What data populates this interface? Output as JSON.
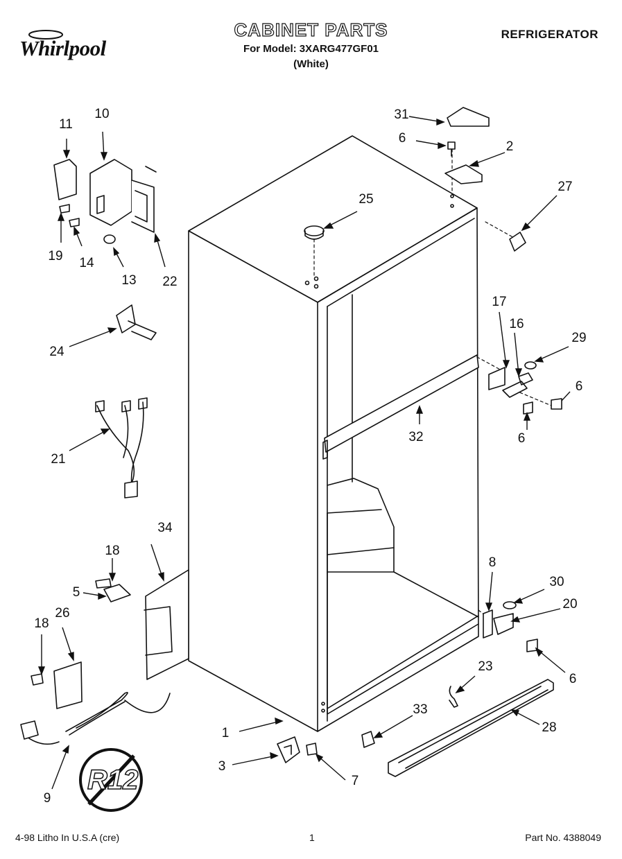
{
  "header": {
    "brand": "Whirlpool",
    "title": "CABINET PARTS",
    "model_line": "For Model: 3XARG477GF01",
    "variant": "(White)",
    "product": "REFRIGERATOR"
  },
  "footer": {
    "print_info": "4-98 Litho In U.S.A (cre)",
    "page_number": "1",
    "part_number": "Part No. 4388049"
  },
  "logos": {
    "r12_symbol": "R12"
  },
  "callouts": [
    "1",
    "2",
    "3",
    "5",
    "6",
    "6",
    "6",
    "6",
    "7",
    "8",
    "9",
    "10",
    "11",
    "13",
    "14",
    "16",
    "17",
    "18",
    "18",
    "19",
    "20",
    "21",
    "22",
    "23",
    "24",
    "25",
    "26",
    "27",
    "28",
    "29",
    "30",
    "31",
    "32",
    "33",
    "34"
  ]
}
